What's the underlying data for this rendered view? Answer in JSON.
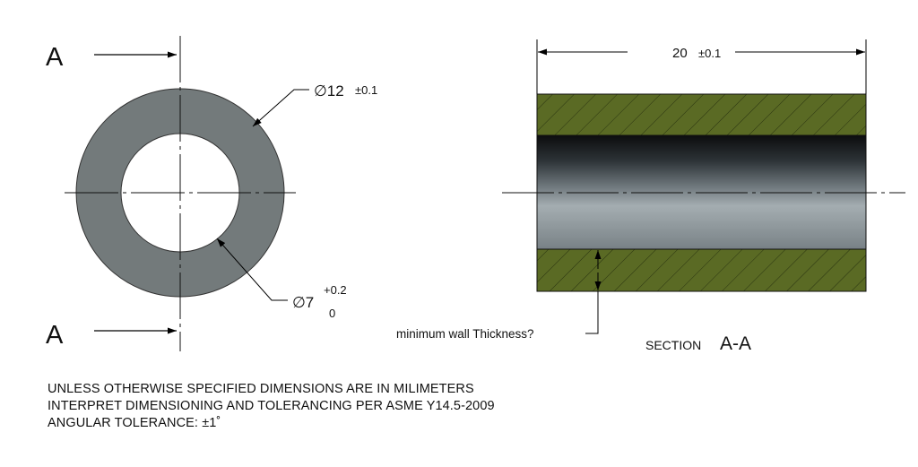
{
  "section_labels": {
    "top": "A",
    "bottom": "A"
  },
  "dims": {
    "outer_dia_symbol": "∅12",
    "outer_dia_tol": "±0.1",
    "inner_dia_symbol": "∅7",
    "inner_dia_tol_upper": "+0.2",
    "inner_dia_tol_lower": "0",
    "length": "20",
    "length_tol": "±0.1"
  },
  "callouts": {
    "wall_thickness": "minimum wall Thickness?"
  },
  "section_title": {
    "prefix": "SECTION",
    "name": "A-A"
  },
  "notes": [
    "UNLESS OTHERWISE SPECIFIED DIMENSIONS ARE IN MILIMETERS",
    "INTERPRET DIMENSIONING AND TOLERANCING PER ASME Y14.5-2009",
    "ANGULAR TOLERANCE: ±1˚"
  ],
  "colors": {
    "ring_fill": "#737a7b",
    "section_fill": "#5a6a24",
    "hatch": "#2a3410"
  }
}
